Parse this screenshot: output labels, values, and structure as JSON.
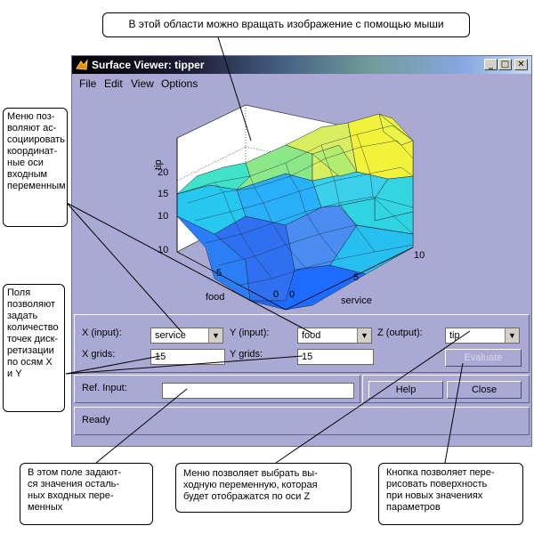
{
  "window": {
    "title": "Surface Viewer: tipper",
    "menu": [
      "File",
      "Edit",
      "View",
      "Options"
    ],
    "min_glyph": "_",
    "max_glyph": "□",
    "close_glyph": "✕"
  },
  "plot": {
    "z_axis_label": "tip",
    "z_ticks": [
      "20",
      "15",
      "10"
    ],
    "food_axis_label": "food",
    "food_ticks": [
      "10",
      "5",
      "0"
    ],
    "service_axis_label": "service",
    "service_ticks": [
      "0",
      "5",
      "10"
    ]
  },
  "controls": {
    "x_input_label": "X (input):",
    "x_input_value": "service",
    "y_input_label": "Y (input):",
    "y_input_value": "food",
    "z_output_label": "Z (output):",
    "z_output_value": "tip",
    "x_grids_label": "X grids:",
    "x_grids_value": "15",
    "y_grids_label": "Y grids:",
    "y_grids_value": "15",
    "evaluate_label": "Evaluate",
    "ref_input_label": "Ref. Input:",
    "ref_input_value": "",
    "help_label": "Help",
    "close_label": "Close",
    "status": "Ready",
    "arrow_glyph": "▼"
  },
  "callouts": {
    "rotate": "В этой области можно вращать изображение с помощью мыши",
    "menus": [
      "Меню поз-",
      "воляют ас-",
      "социировать",
      "координат-",
      "ные оси",
      "входным",
      "переменным"
    ],
    "grids": [
      "Поля",
      "позволяют",
      "задать",
      "количество",
      "точек диск-",
      "ретизации",
      "по осям X",
      "и Y"
    ],
    "ref_input": [
      "В этом поле задают-",
      "ся значения осталь-",
      "ных входных пере-",
      "менных"
    ],
    "output_menu": [
      "Меню позволяет выбрать вы-",
      "ходную переменную, которая",
      "будет отображатся по оси Z"
    ],
    "evaluate": [
      "Кнопка позволяет пере-",
      "рисовать поверхность",
      "при новых значениях",
      "параметров"
    ]
  },
  "colors": {
    "window_bg": "#a9a9d4",
    "surface_low": "#1e6cff",
    "surface_mid": "#00f0e0",
    "surface_high": "#f2f23a"
  }
}
